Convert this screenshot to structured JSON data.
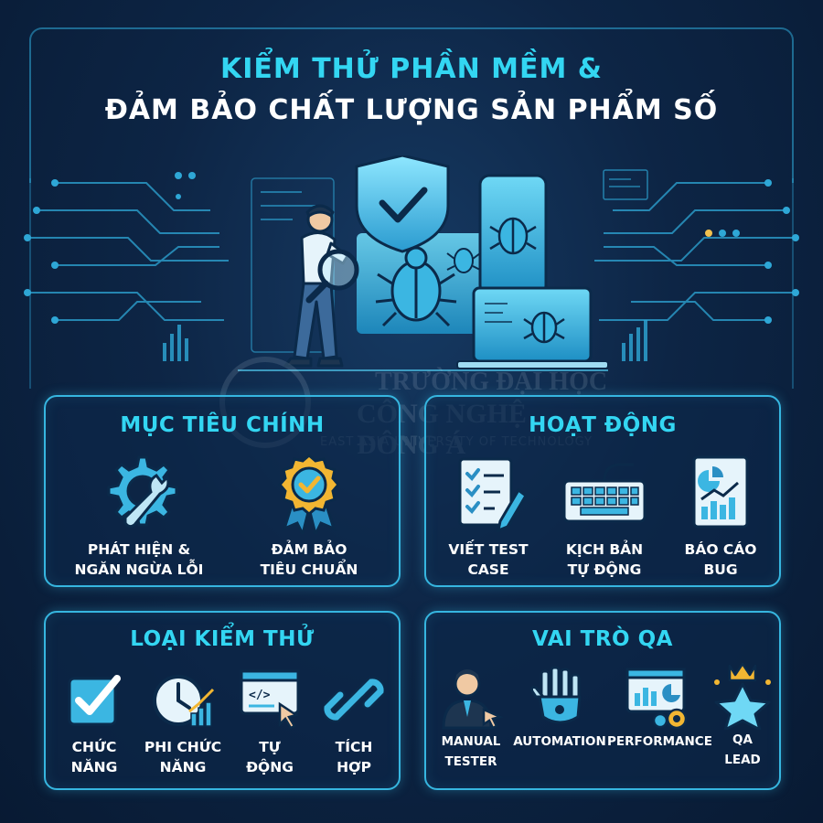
{
  "title": {
    "line1": "KIỂM THỬ PHẦN MỀM &",
    "line2": "ĐẢM BẢO CHẤT LƯỢNG SẢN PHẨM SỐ"
  },
  "watermark": {
    "line1": "TRƯỜNG ĐẠI HỌC",
    "line2": "CÔNG NGHỆ ĐÔNG Á",
    "line3": "EAST ASIA UNIVERSITY OF TECHNOLOGY"
  },
  "sections": {
    "muc_tieu": {
      "title": "MỤC TIÊU CHÍNH",
      "items": [
        {
          "line1": "PHÁT HIỆN &",
          "line2": "NGĂN NGỪA LỖI",
          "icon": "gear-wrench-icon"
        },
        {
          "line1": "ĐẢM BẢO",
          "line2": "TIÊU CHUẨN",
          "icon": "award-ribbon-icon"
        }
      ]
    },
    "hoat_dong": {
      "title": "HOẠT ĐỘNG",
      "items": [
        {
          "line1": "VIẾT TEST",
          "line2": "CASE",
          "icon": "checklist-pencil-icon"
        },
        {
          "line1": "KỊCH BẢN",
          "line2": "TỰ ĐỘNG",
          "icon": "keyboard-icon"
        },
        {
          "line1": "BÁO CÁO",
          "line2": "BUG",
          "icon": "report-chart-icon"
        }
      ]
    },
    "loai_kiem_thu": {
      "title": "LOẠI KIỂM THỬ",
      "items": [
        {
          "line1": "CHỨC",
          "line2": "NĂNG",
          "icon": "checkbox-icon"
        },
        {
          "line1": "PHI CHỨC",
          "line2": "NĂNG",
          "icon": "clock-chart-icon"
        },
        {
          "line1": "TỰ",
          "line2": "ĐỘNG",
          "icon": "code-window-icon"
        },
        {
          "line1": "TÍCH",
          "line2": "HỢP",
          "icon": "chain-link-icon"
        }
      ]
    },
    "vai_tro": {
      "title": "VAI TRÒ QA",
      "items": [
        {
          "line1": "MANUAL",
          "line2": "TESTER",
          "icon": "person-tester-icon"
        },
        {
          "line1": "AUTOMATION",
          "line2": "",
          "icon": "robot-hand-icon"
        },
        {
          "line1": "PERFORMANCE",
          "line2": "",
          "icon": "dashboard-gears-icon"
        },
        {
          "line1": "QA",
          "line2": "LEAD",
          "icon": "star-crown-icon"
        }
      ]
    }
  },
  "colors": {
    "accent": "#33d6f2",
    "border": "#36b6e0",
    "background": "#0d2545"
  }
}
